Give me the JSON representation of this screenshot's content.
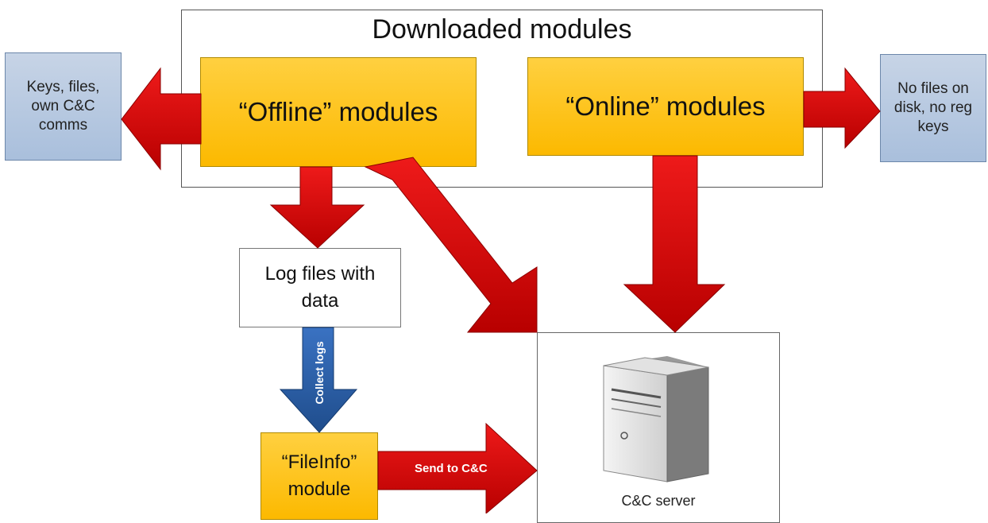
{
  "container": {
    "title": "Downloaded modules"
  },
  "modules": {
    "offline": "“Offline” modules",
    "online": "“Online” modules",
    "fileinfo_line1": "“FileInfo”",
    "fileinfo_line2": "module"
  },
  "side_boxes": {
    "left_line1": "Keys, files,",
    "left_line2": "own C&C",
    "left_line3": "comms",
    "right_line1": "No files on",
    "right_line2": "disk, no reg",
    "right_line3": "keys"
  },
  "log_box": {
    "line1": "Log files with",
    "line2": "data"
  },
  "arrows": {
    "collect_logs": "Collect logs",
    "send_to_cc": "Send to C&C"
  },
  "server": {
    "label": "C&C server",
    "icon": "server-tower-icon"
  },
  "colors": {
    "arrow_red": "#d30000",
    "arrow_blue": "#2a5ea8",
    "module_yellow": "#fcc419",
    "side_blue": "#b6c8e0"
  }
}
